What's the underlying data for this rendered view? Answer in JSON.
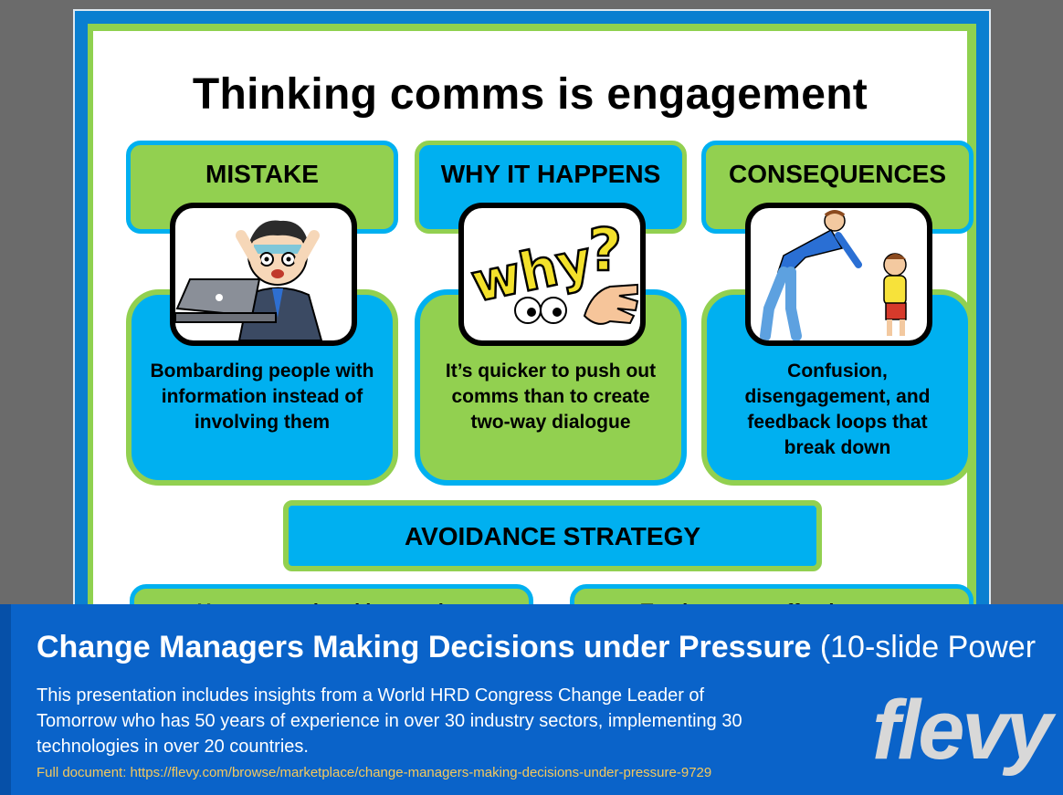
{
  "slide": {
    "title": "Thinking comms is engagement",
    "columns": [
      {
        "header": "MISTAKE",
        "body": "Bombarding people with information instead of involving them",
        "image": "stressed-man-laptop-icon"
      },
      {
        "header": "WHY IT HAPPENS",
        "body": "It’s quicker to push out comms than to create two-way dialogue",
        "image": "why-question-icon"
      },
      {
        "header": "CONSEQUENCES",
        "body": "Confusion, disengagement, and feedback loops that break down",
        "image": "man-scolding-child-icon"
      }
    ],
    "avoidance_title": "AVOIDANCE STRATEGY",
    "strategies": [
      "Use targeted and interactive",
      "Track comms effectiveness"
    ]
  },
  "banner": {
    "title_bold": "Change Managers Making Decisions under Pressure",
    "title_rest": " (10-slide Power",
    "description": "This presentation includes insights from a World HRD Congress Change Leader of Tomorrow who has 50 years of experience in over 30 industry sectors, implementing 30 technologies in over 20 countries.",
    "link": "Full document: https://flevy.com/browse/marketplace/change-managers-making-decisions-under-pressure-9729",
    "logo": "flevy"
  },
  "colors": {
    "green": "#92d050",
    "blue": "#00b0f0",
    "banner": "#0a63c9",
    "link": "#f4c95d"
  }
}
